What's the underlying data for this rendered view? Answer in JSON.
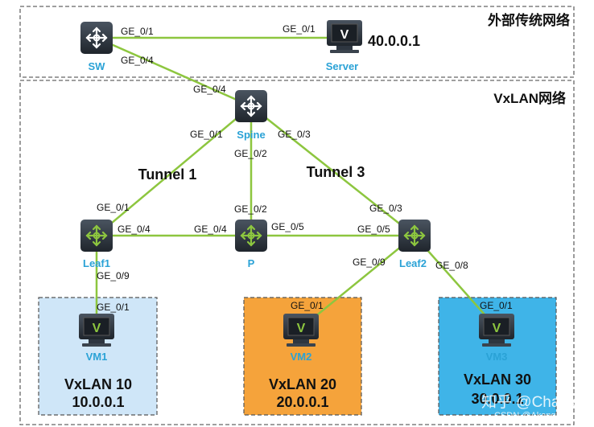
{
  "regions": {
    "external": {
      "title": "外部传统网络"
    },
    "vxlan": {
      "title": "VxLAN网络"
    }
  },
  "devices": {
    "sw": {
      "label": "SW"
    },
    "server": {
      "label": "Server",
      "ip": "40.0.0.1"
    },
    "spine": {
      "label": "Spine"
    },
    "leaf1": {
      "label": "Leaf1"
    },
    "p": {
      "label": "P"
    },
    "leaf2": {
      "label": "Leaf2"
    },
    "vm1": {
      "label": "VM1",
      "vxlan": "VxLAN 10",
      "ip": "10.0.0.1"
    },
    "vm2": {
      "label": "VM2",
      "vxlan": "VxLAN 20",
      "ip": "20.0.0.1"
    },
    "vm3": {
      "label": "VM3",
      "vxlan": "VxLAN 30",
      "ip": "30.0.0.1"
    }
  },
  "ports": {
    "sw_server": "GE_0/1",
    "server_sw": "GE_0/1",
    "sw_spine": "GE_0/4",
    "spine_sw": "GE_0/4",
    "spine_leaf1": "GE_0/1",
    "spine_p": "GE_0/2",
    "spine_leaf2": "GE_0/3",
    "leaf1_spine": "GE_0/1",
    "leaf1_p": "GE_0/4",
    "leaf1_vm1": "GE_0/9",
    "p_spine": "GE_0/2",
    "p_leaf1": "GE_0/4",
    "p_leaf2": "GE_0/5",
    "leaf2_spine": "GE_0/3",
    "leaf2_p": "GE_0/5",
    "leaf2_vm2": "GE_0/9",
    "leaf2_vm3": "GE_0/8",
    "vm1_port": "GE_0/1",
    "vm2_port": "GE_0/1",
    "vm3_port": "GE_0/1"
  },
  "tunnels": {
    "t1": "Tunnel 1",
    "t3": "Tunnel 3"
  },
  "watermark": {
    "main": "知乎 @Charlie",
    "sub": "CSDN @AkangBoy"
  },
  "colors": {
    "link": "#8dc63f",
    "device": "#2e3640",
    "label": "#2aa2d6",
    "vm1_bg": "#cfe6f8",
    "vm2_bg": "#f5a33b",
    "vm3_bg": "#3fb4e8",
    "border": "#666666"
  }
}
